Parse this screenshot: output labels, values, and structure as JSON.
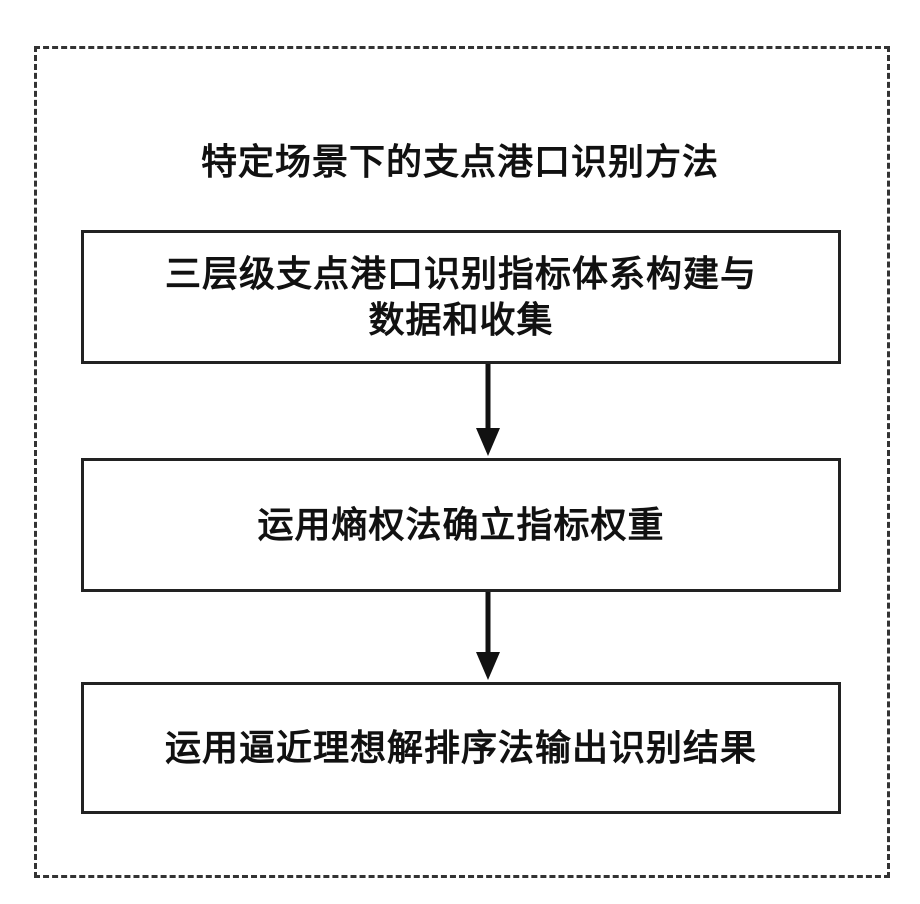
{
  "diagram": {
    "title": "特定场景下的支点港口识别方法",
    "steps": [
      {
        "line1": "三层级支点港口识别指标体系构建与",
        "line2": "数据和收集"
      },
      {
        "line1": "运用熵权法确立指标权重"
      },
      {
        "line1": "运用逼近理想解排序法输出识别结果"
      }
    ]
  }
}
